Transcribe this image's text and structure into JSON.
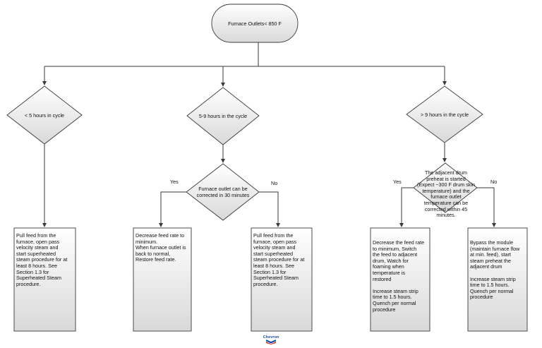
{
  "flow": {
    "start": "Furnace Outlets< 850 F",
    "d1": "< 5 hours in cycle",
    "d2": "5-9 hours in the cycle",
    "d3": "> 9 hours in the cycle",
    "d4": "Furnace outlet can be\ncorrected in 30 minutes",
    "d5": "The adjacent drum\npreheat is started\n(Expect ~300 F drum skin\ntemperature) and the\nfurnace outlet\ntemperature can be\ncorrected within 45\nminutes.",
    "yes": "Yes",
    "no": "No",
    "box1": "Pull feed from the\nfurnace, open pass\nvelocity steam and\nstart superheated\nsteam procedure for at\nleast 8 hours. See\nSection 1.3 for\nSuperheated Steam\nprocedure.",
    "box2": "Decrease feed rate to\nminimum.\nWhen furnace outlet is\nback to normal,\nRestore feed rate.",
    "box3": "Pull feed from the\nfurnace, open pass\nvelocity steam and\nstart superheated\nsteam procedure for at\nleast 8 hours.  See\nSection 1.3 for\nSuperheated Steam\nprocedure.",
    "box4": "Decrease the feed rate\nto minimum, Switch\nthe feed to adjacent\ndrum, Watch for\nfoaming when\ntemperature is\nrestored\n\nIncrease steam strip\ntime to 1.5 hours.\nQuench per normal\nprocedure",
    "box5": "Bypass the module\n(maintain furnace flow\nat min. feed), start\nsteam preheat the\nadjacent drum\n\nIncrease steam strip\ntime to 1.5 hours.\nQuench per normal\nprocedure"
  },
  "logo": {
    "text": "Chevron"
  },
  "colors": {
    "shape_fill_top": "#ffffff",
    "shape_fill_bottom": "#d9d9d9",
    "line": "#3a3a3a",
    "logo_blue": "#1f4f9e",
    "logo_red": "#d52b1e"
  }
}
